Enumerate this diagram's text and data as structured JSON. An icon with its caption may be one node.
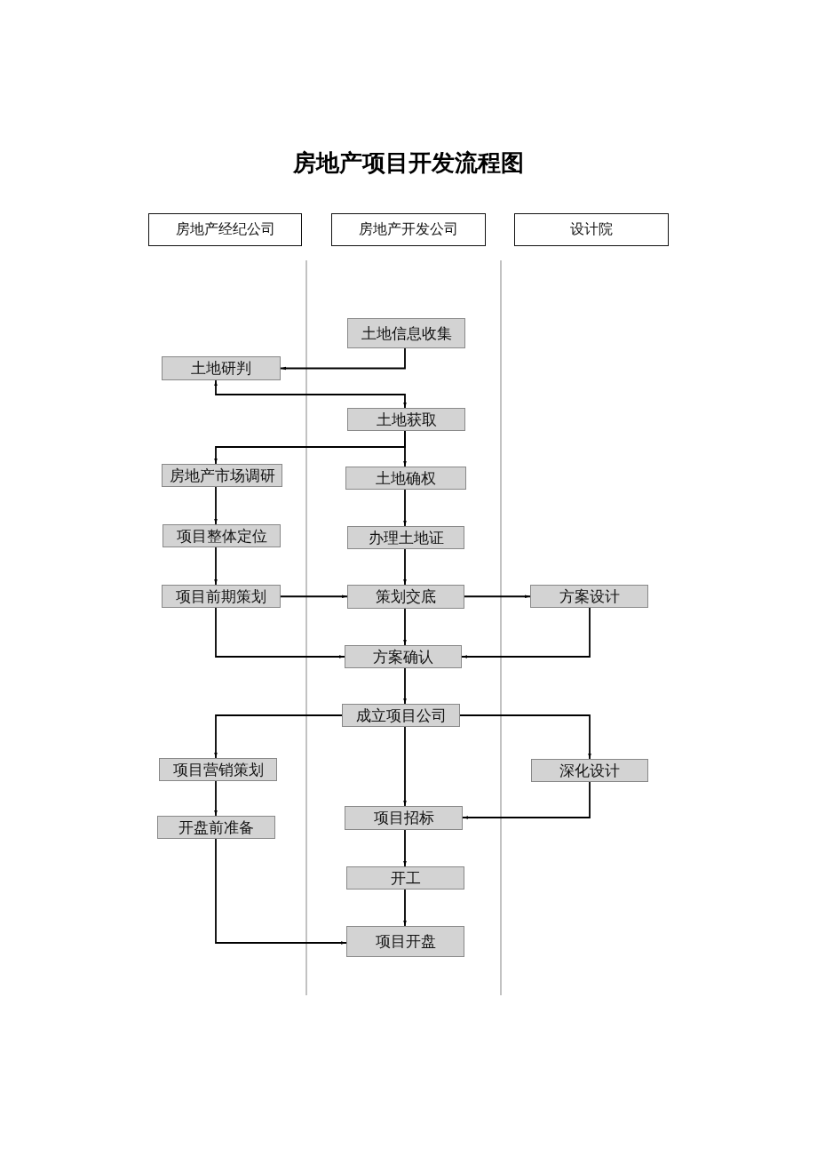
{
  "diagram": {
    "title": "房地产项目开发流程图",
    "nodes": [
      {
        "text": [
          "房地产经纪公司"
        ]
      },
      {
        "text": [
          "房地产开发公司"
        ]
      },
      {
        "text": [
          "设计院"
        ]
      },
      {
        "text": [
          "土地信息收集"
        ]
      },
      {
        "text": [
          "土地研判"
        ]
      },
      {
        "text": [
          "土地获取"
        ]
      },
      {
        "text": [
          "房地产市场调研"
        ]
      },
      {
        "text": [
          "土地确权"
        ]
      },
      {
        "text": [
          "项目整体定位"
        ]
      },
      {
        "text": [
          "办理土地证"
        ]
      },
      {
        "text": [
          "项目前期策划"
        ]
      },
      {
        "text": [
          "策划交底"
        ]
      },
      {
        "text": [
          "方案设计"
        ]
      },
      {
        "text": [
          "方案确认"
        ]
      },
      {
        "text": [
          "成立项目公司"
        ]
      },
      {
        "text": [
          "项目营销策划"
        ]
      },
      {
        "text": [
          "深化设计"
        ]
      },
      {
        "text": [
          "开盘前准备"
        ]
      },
      {
        "text": [
          "项目招标"
        ]
      },
      {
        "text": [
          "开工"
        ]
      },
      {
        "text": [
          "项目开盘"
        ]
      }
    ],
    "edges": [
      {
        "from": 3,
        "to": 4,
        "arrow": "to"
      },
      {
        "from": 4,
        "to": 5,
        "arrow": "both"
      },
      {
        "from": 5,
        "to": 6,
        "arrow": "to"
      },
      {
        "from": 5,
        "to": 7,
        "arrow": "to"
      },
      {
        "from": 6,
        "to": 8,
        "arrow": "to"
      },
      {
        "from": 7,
        "to": 9,
        "arrow": "to"
      },
      {
        "from": 8,
        "to": 10,
        "arrow": "to"
      },
      {
        "from": 9,
        "to": 11,
        "arrow": "to"
      },
      {
        "from": 10,
        "to": 11,
        "arrow": "to"
      },
      {
        "from": 11,
        "to": 12,
        "arrow": "to"
      },
      {
        "from": 11,
        "to": 13,
        "arrow": "to"
      },
      {
        "from": 10,
        "to": 13,
        "arrow": "to"
      },
      {
        "from": 12,
        "to": 13,
        "arrow": "to"
      },
      {
        "from": 13,
        "to": 14,
        "arrow": "to"
      },
      {
        "from": 14,
        "to": 15,
        "arrow": "to"
      },
      {
        "from": 14,
        "to": 16,
        "arrow": "to"
      },
      {
        "from": 14,
        "to": 18,
        "arrow": "to"
      },
      {
        "from": 15,
        "to": 17,
        "arrow": "to"
      },
      {
        "from": 16,
        "to": 18,
        "arrow": "to"
      },
      {
        "from": 18,
        "to": 19,
        "arrow": "to"
      },
      {
        "from": 19,
        "to": 20,
        "arrow": "to"
      },
      {
        "from": 17,
        "to": 20,
        "arrow": "to"
      }
    ]
  }
}
